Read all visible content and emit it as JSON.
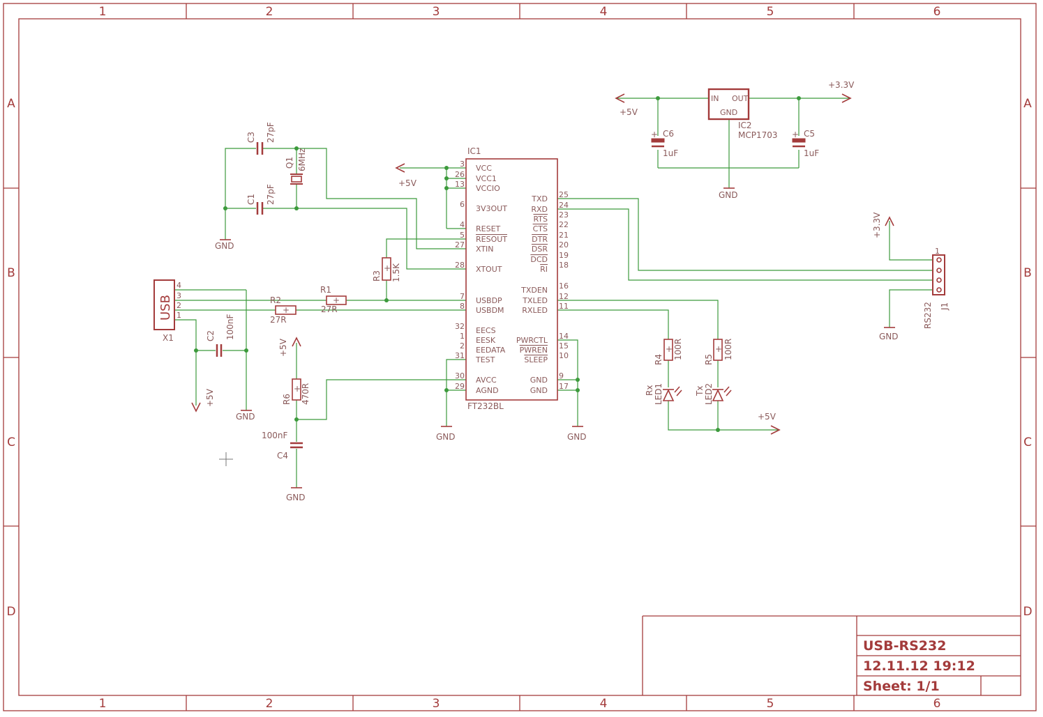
{
  "frame": {
    "columns": [
      "1",
      "2",
      "3",
      "4",
      "5",
      "6"
    ],
    "rows": [
      "A",
      "B",
      "C",
      "D"
    ]
  },
  "title_block": {
    "title": "USB-RS232",
    "datetime": "12.11.12 19:12",
    "sheet": "Sheet: 1/1"
  },
  "ic1": {
    "name": "IC1",
    "value": "FT232BL",
    "left_pins": [
      {
        "num": "3",
        "name": "VCC"
      },
      {
        "num": "26",
        "name": "VCC1"
      },
      {
        "num": "13",
        "name": "VCCIO"
      },
      {
        "num": "6",
        "name": "3V3OUT"
      },
      {
        "num": "4",
        "name": "RESET"
      },
      {
        "num": "5",
        "name": "RESOUT"
      },
      {
        "num": "27",
        "name": "XTIN"
      },
      {
        "num": "28",
        "name": "XTOUT"
      },
      {
        "num": "7",
        "name": "USBDP"
      },
      {
        "num": "8",
        "name": "USBDM"
      },
      {
        "num": "32",
        "name": "EECS"
      },
      {
        "num": "1",
        "name": "EESK"
      },
      {
        "num": "2",
        "name": "EEDATA"
      },
      {
        "num": "31",
        "name": "TEST"
      },
      {
        "num": "30",
        "name": "AVCC"
      },
      {
        "num": "29",
        "name": "AGND"
      }
    ],
    "right_pins": [
      {
        "num": "25",
        "name": "TXD"
      },
      {
        "num": "24",
        "name": "RXD"
      },
      {
        "num": "23",
        "name": "RTS"
      },
      {
        "num": "22",
        "name": "CTS"
      },
      {
        "num": "21",
        "name": "DTR"
      },
      {
        "num": "20",
        "name": "DSR"
      },
      {
        "num": "19",
        "name": "DCD"
      },
      {
        "num": "18",
        "name": "RI"
      },
      {
        "num": "16",
        "name": "TXDEN"
      },
      {
        "num": "12",
        "name": "TXLED"
      },
      {
        "num": "11",
        "name": "RXLED"
      },
      {
        "num": "14",
        "name": "PWRCTL"
      },
      {
        "num": "15",
        "name": "PWREN"
      },
      {
        "num": "10",
        "name": "SLEEP"
      },
      {
        "num": "9",
        "name": "GND"
      },
      {
        "num": "17",
        "name": "GND"
      }
    ]
  },
  "ic2": {
    "name": "IC2",
    "value": "MCP1703",
    "pin_in": "IN",
    "pin_out": "OUT",
    "pin_gnd": "GND"
  },
  "components": {
    "c1": {
      "name": "C1",
      "value": "27pF"
    },
    "c2": {
      "name": "C2",
      "value": "100nF"
    },
    "c3": {
      "name": "C3",
      "value": "27pF"
    },
    "c4": {
      "name": "C4",
      "value": "100nF"
    },
    "c5": {
      "name": "C5",
      "value": "1uF"
    },
    "c6": {
      "name": "C6",
      "value": "1uF"
    },
    "q1": {
      "name": "Q1",
      "value": "6MHz"
    },
    "r1": {
      "name": "R1",
      "value": "27R"
    },
    "r2": {
      "name": "R2",
      "value": "27R"
    },
    "r3": {
      "name": "R3",
      "value": "1.5K"
    },
    "r4": {
      "name": "R4",
      "value": "100R"
    },
    "r5": {
      "name": "R5",
      "value": "100R"
    },
    "r6": {
      "name": "R6",
      "value": "470R"
    },
    "led1": {
      "name": "LED1",
      "value": "Rx"
    },
    "led2": {
      "name": "LED2",
      "value": "Tx"
    },
    "x1": {
      "name": "X1",
      "value": "USB",
      "pins": [
        "4",
        "3",
        "2",
        "1"
      ]
    },
    "j1": {
      "name": "J1",
      "value": "RS232",
      "pin1": "1"
    }
  },
  "supplies": {
    "p5v": "+5V",
    "p33v": "+3.3V",
    "gnd": "GND"
  },
  "colors": {
    "frame": "#a33b3b",
    "wire": "#3c9a3c",
    "label": "#8a5a5a",
    "background": "#ffffff"
  }
}
